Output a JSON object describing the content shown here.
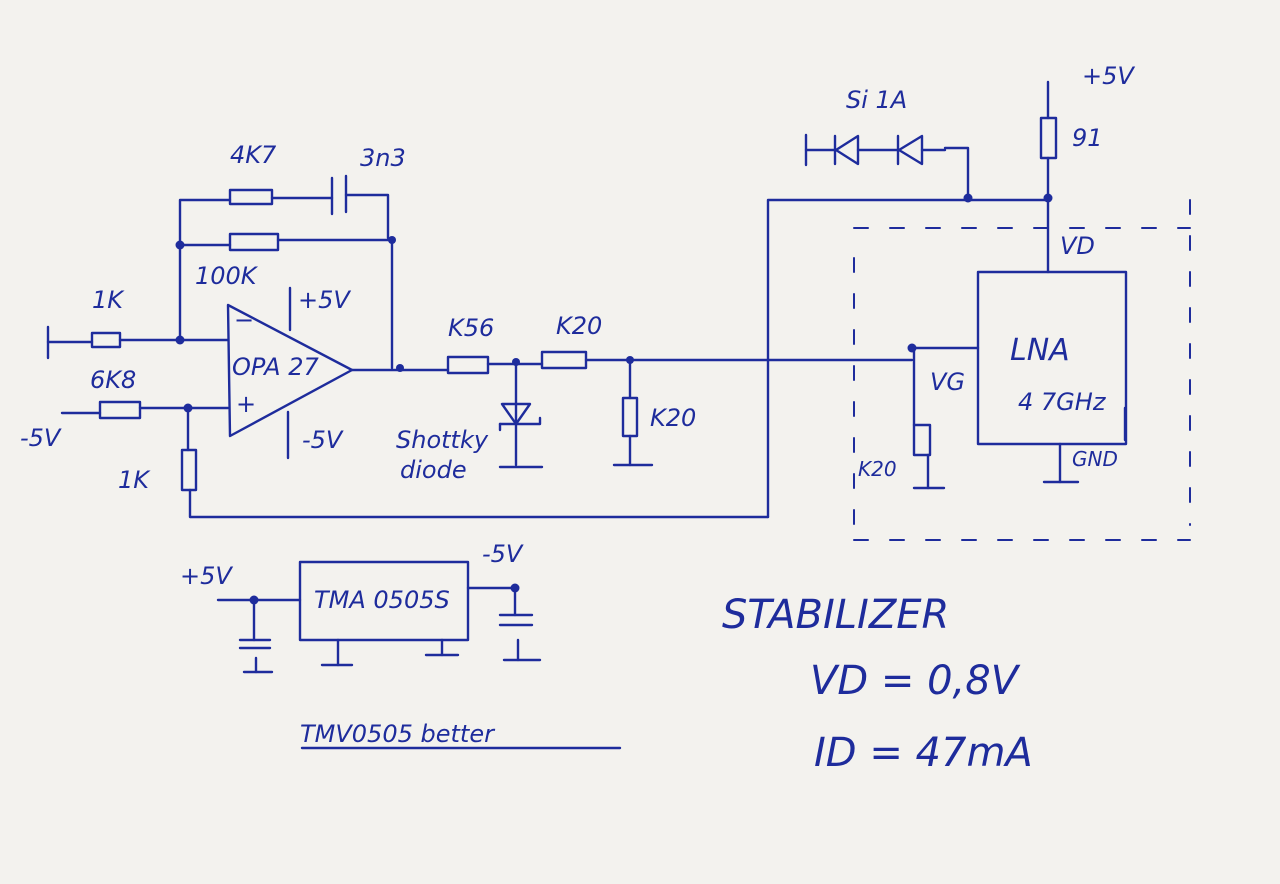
{
  "labels": {
    "r_4k7": "4K7",
    "c_3n3": "3n3",
    "r_100k": "100K",
    "r_1k_in": "1K",
    "r_6k8": "6K8",
    "neg5v_left": "-5V",
    "r_1k_bottom": "1K",
    "opamp_name": "OPA 27",
    "opamp_minus": "−",
    "opamp_plus": "+",
    "opamp_pos_supply": "+5V",
    "opamp_neg_supply": "-5V",
    "r_k56": "K56",
    "r_k20_series": "K20",
    "r_k20_shunt": "K20",
    "schottky_line1": "Shottky",
    "schottky_line2": "diode",
    "diodes_label": "Si  1A",
    "supply_5v": "+5V",
    "r_91": "91",
    "vd_label": "VD",
    "vg_label": "VG",
    "lna_name": "LNA",
    "lna_freq": "4 7GHz",
    "gnd_label": "GND",
    "r_k20_gate": "K20",
    "conv_in_v": "+5V",
    "conv_out_v": "-5V",
    "conv_name": "TMA 0505S",
    "note_underlined": "TMV0505 better"
  },
  "stabilizer": {
    "title": "STABILIZER",
    "vd_eq": "VD = 0,8V",
    "id_eq": "ID = 47mA"
  },
  "colors": {
    "ink": "#1e2c9c",
    "paper": "#f3f2ee"
  }
}
